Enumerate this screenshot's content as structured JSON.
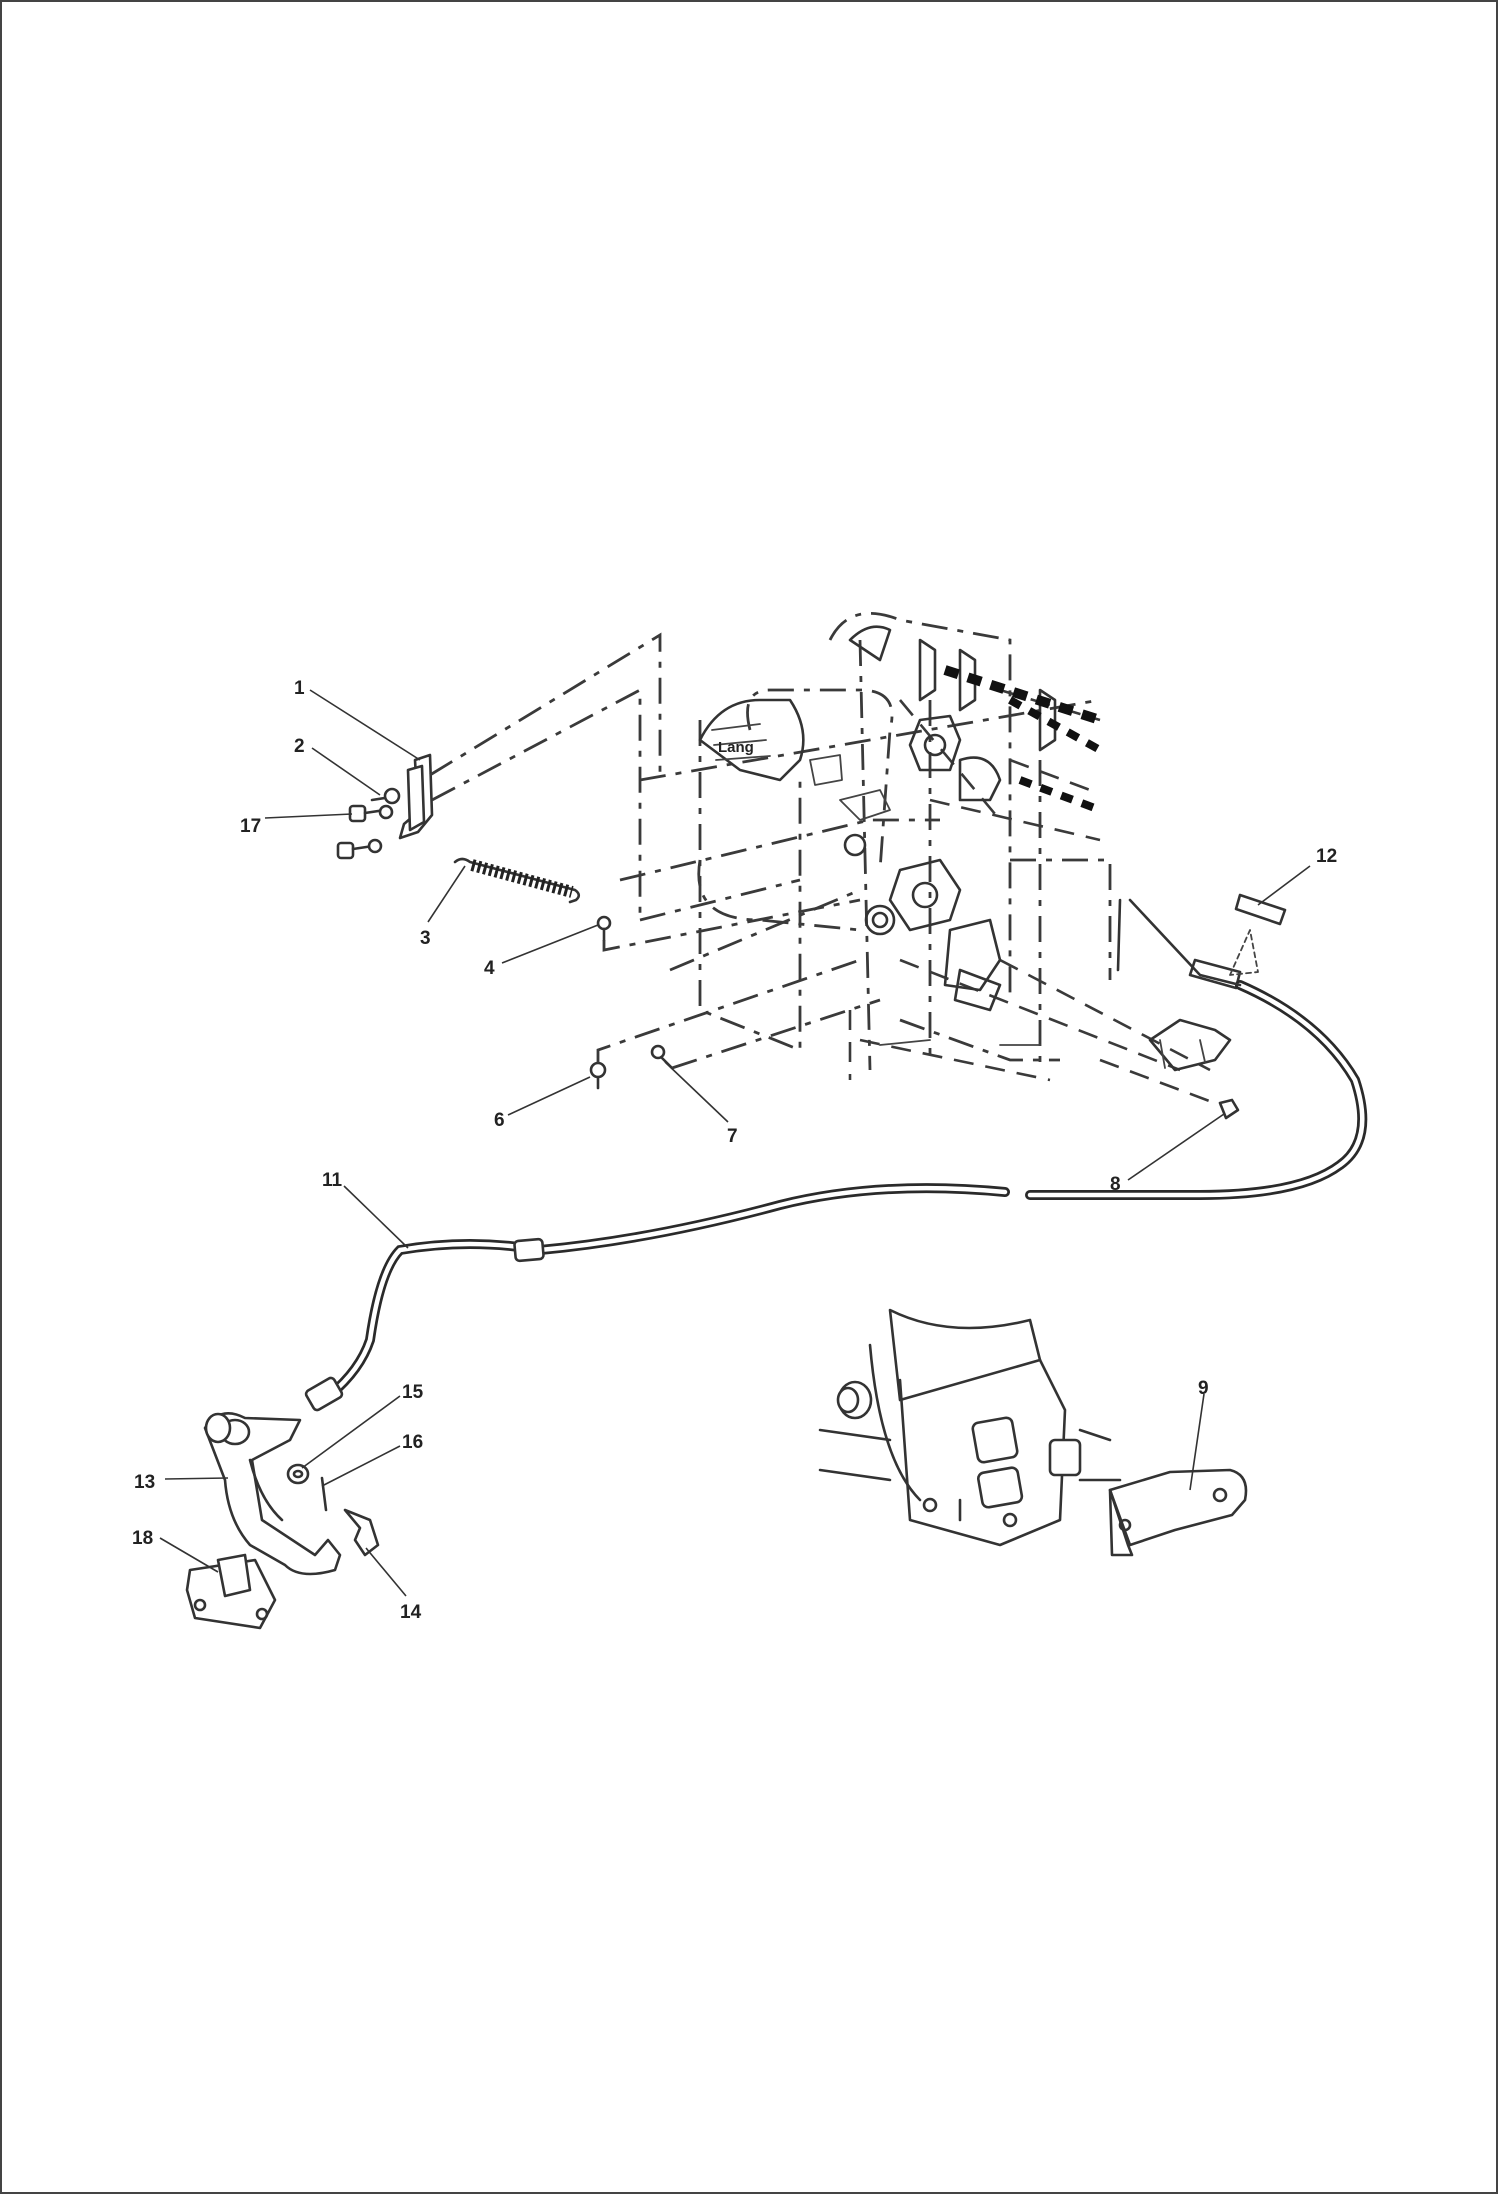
{
  "diagram": {
    "callouts": [
      {
        "id": "callout-1",
        "label": "1"
      },
      {
        "id": "callout-2",
        "label": "2"
      },
      {
        "id": "callout-17",
        "label": "17"
      },
      {
        "id": "callout-3",
        "label": "3"
      },
      {
        "id": "callout-4",
        "label": "4"
      },
      {
        "id": "callout-6",
        "label": "6"
      },
      {
        "id": "callout-7",
        "label": "7"
      },
      {
        "id": "callout-8",
        "label": "8"
      },
      {
        "id": "callout-11",
        "label": "11"
      },
      {
        "id": "callout-12",
        "label": "12"
      },
      {
        "id": "callout-9",
        "label": "9"
      },
      {
        "id": "callout-13",
        "label": "13"
      },
      {
        "id": "callout-15",
        "label": "15"
      },
      {
        "id": "callout-16",
        "label": "16"
      },
      {
        "id": "callout-14",
        "label": "14"
      },
      {
        "id": "callout-18",
        "label": "18"
      }
    ],
    "engine_label": "Lang"
  }
}
